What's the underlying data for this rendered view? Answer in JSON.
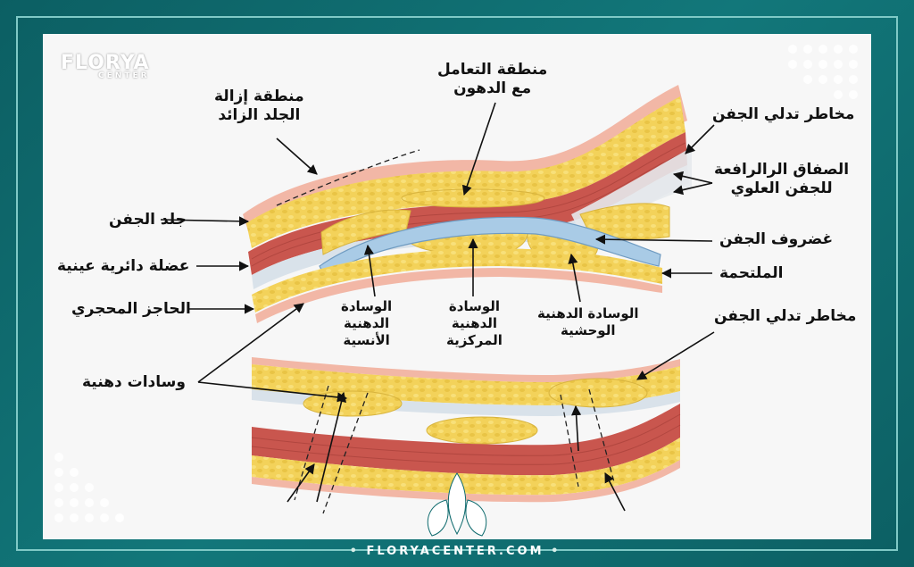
{
  "brand": {
    "logo_text": "FLORYA",
    "logo_sub": "CENTER",
    "footer_text": "FLORYACENTER.COM"
  },
  "labels": {
    "skin_removal_zone_l1": "منطقة إزالة",
    "skin_removal_zone_l2": "الجلد الزائد",
    "fat_zone_l1": "منطقة التعامل",
    "fat_zone_l2": "مع الدهون",
    "droop_risk_top": "مخاطر تدلي الجفن",
    "levator_l1": "الصفاق الرالرافعة",
    "levator_l2": "للجفن العلوي",
    "eyelid_skin": "جلد الجفن",
    "orbicularis": "عضلة دائرية عينية",
    "septum": "الحاجز المحجري",
    "tarsus": "غضروف الجفن",
    "conjunctiva": "الملتحمة",
    "medial_pad_l1": "الوسادة",
    "medial_pad_l2": "الدهنية",
    "medial_pad_l3": "الأنسية",
    "central_pad_l1": "الوسادة",
    "central_pad_l2": "الدهنية",
    "central_pad_l3": "المركزية",
    "lateral_pad_l1": "الوسادة الدهنية",
    "lateral_pad_l2": "الوحشية",
    "droop_risk_bottom": "مخاطر تدلي الجفن",
    "fat_pads": "وسادات دهنية"
  },
  "colors": {
    "frame": "#0f6b6e",
    "skin": "#f2b7a6",
    "fat": "#f3d25a",
    "muscle": "#c9564e",
    "septum": "#d9e2ea",
    "tarsus": "#a9cbe6"
  }
}
